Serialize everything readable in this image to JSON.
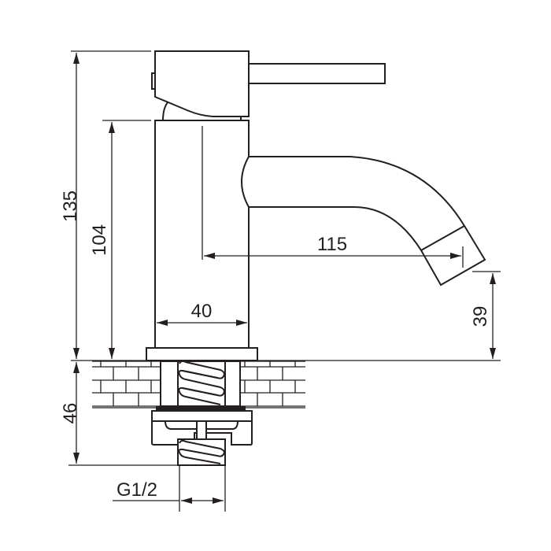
{
  "drawing": {
    "title": "Basin tap dimension drawing",
    "dimensions": {
      "total_height": "135",
      "body_height": "104",
      "spout_reach": "115",
      "body_diameter": "40",
      "spout_clearance": "39",
      "mounting_depth": "46",
      "thread": "G1/2"
    },
    "line_color": "#231f20"
  }
}
